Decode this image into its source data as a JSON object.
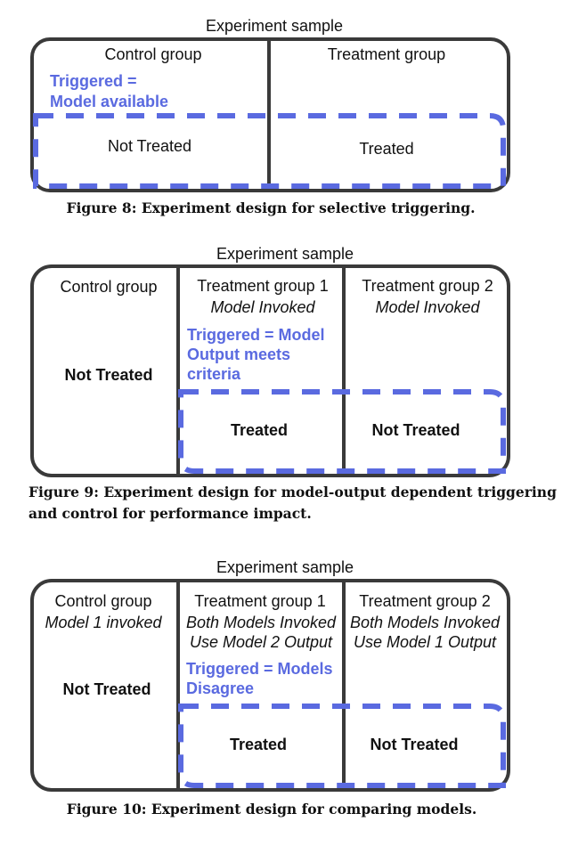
{
  "figure8": {
    "sample_label": "Experiment sample",
    "control_label": "Control group",
    "treatment_label": "Treatment group",
    "trigger_line1": "Triggered =",
    "trigger_line2": "Model available",
    "not_treated": "Not Treated",
    "treated": "Treated",
    "caption": "Figure 8: Experiment design for selective triggering."
  },
  "figure9": {
    "sample_label": "Experiment sample",
    "control_label": "Control group",
    "control_status": "Not Treated",
    "t1_label": "Treatment group 1",
    "t1_sub": "Model Invoked",
    "t2_label": "Treatment group 2",
    "t2_sub": "Model Invoked",
    "trigger_line1": "Triggered = Model",
    "trigger_line2": "Output meets",
    "trigger_line3": "criteria",
    "treated": "Treated",
    "not_treated": "Not Treated",
    "caption_line1": "Figure 9: Experiment design for model-output dependent triggering",
    "caption_line2": "and control for performance impact."
  },
  "figure10": {
    "sample_label": "Experiment sample",
    "control_label": "Control group",
    "control_sub": "Model 1 invoked",
    "control_status": "Not Treated",
    "t1_label": "Treatment group 1",
    "t1_sub1": "Both Models Invoked",
    "t1_sub2": "Use Model 2 Output",
    "t2_label": "Treatment group 2",
    "t2_sub1": "Both Models Invoked",
    "t2_sub2": "Use Model 1 Output",
    "trigger_line1": "Triggered = Models",
    "trigger_line2": "Disagree",
    "treated": "Treated",
    "not_treated": "Not Treated",
    "caption": "Figure 10: Experiment design for comparing models."
  },
  "colors": {
    "box_border": "#3a3a3a",
    "trigger_dash": "#5a6ae0",
    "trigger_text": "#5a6ae0"
  }
}
